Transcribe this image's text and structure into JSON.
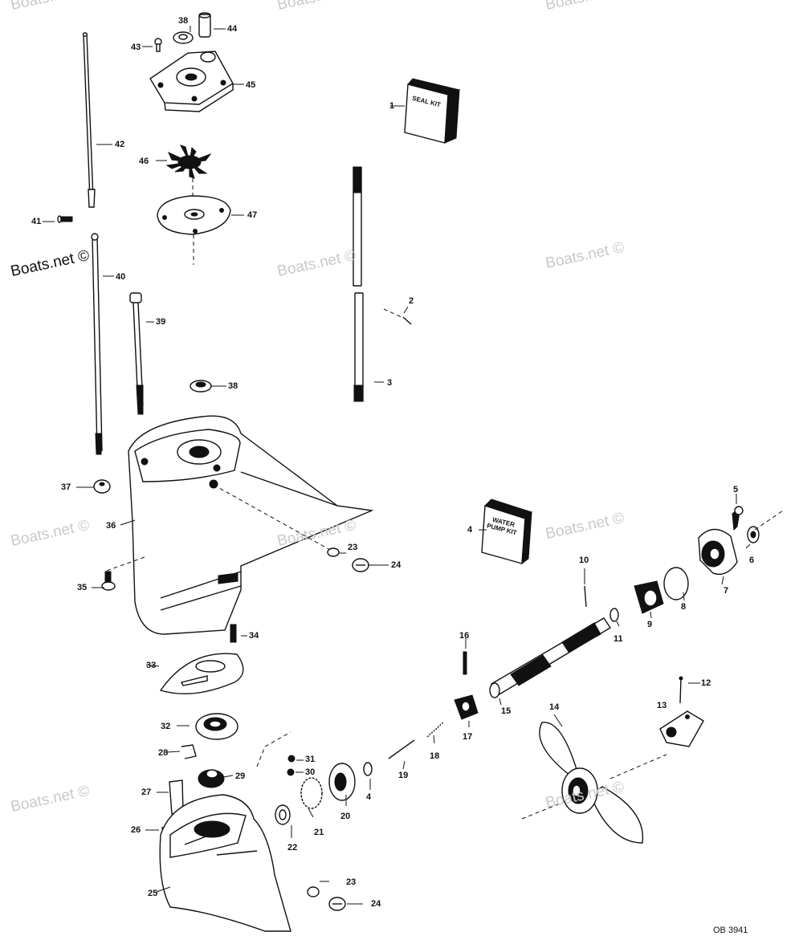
{
  "watermark": "Boats.net ©",
  "kits": {
    "seal_kit": "SEAL KIT",
    "water_pump_kit": "WATER PUMP KIT"
  },
  "reference": "OB 3941",
  "callouts": [
    "1",
    "2",
    "3",
    "4",
    "5",
    "6",
    "7",
    "8",
    "9",
    "10",
    "11",
    "12",
    "13",
    "14",
    "15",
    "16",
    "17",
    "18",
    "19",
    "20",
    "21",
    "22",
    "23",
    "24",
    "25",
    "26",
    "27",
    "28",
    "29",
    "30",
    "31",
    "32",
    "33",
    "34",
    "35",
    "36",
    "37",
    "38",
    "39",
    "40",
    "41",
    "42",
    "43",
    "44",
    "45",
    "46",
    "47"
  ]
}
